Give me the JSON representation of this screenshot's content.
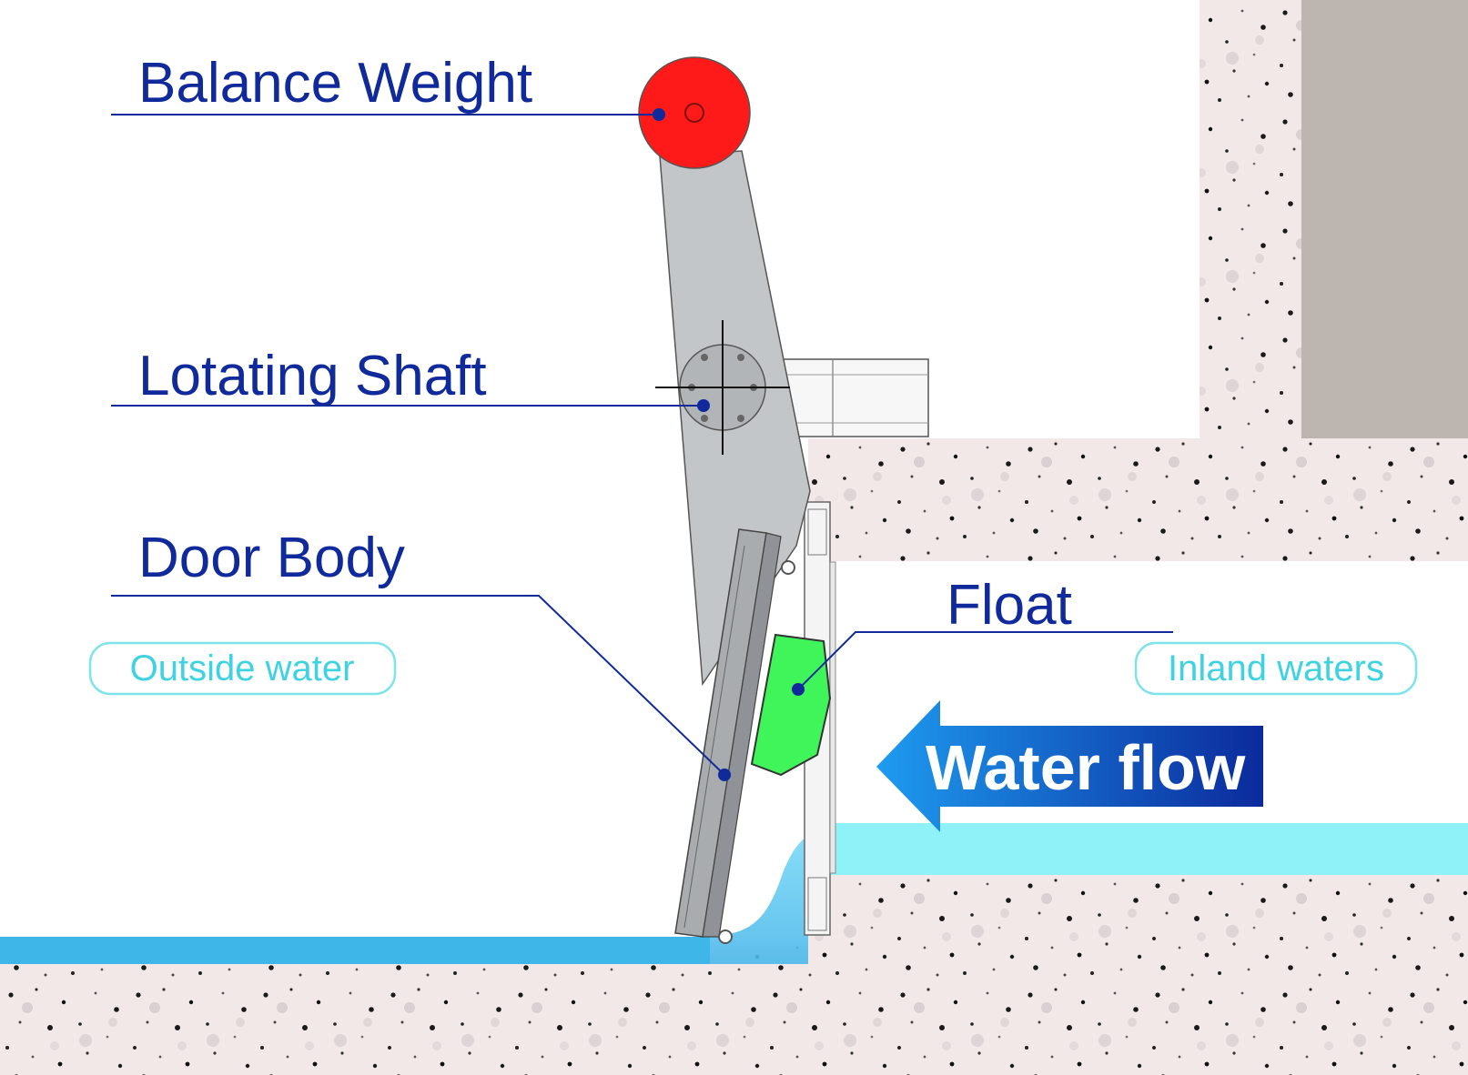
{
  "labels": {
    "balance_weight": "Balance Weight",
    "rotating_shaft": "Lotating Shaft",
    "door_body": "Door Body",
    "float": "Float",
    "outside_water": "Outside water",
    "inland_waters": "Inland waters",
    "water_flow": "Water flow"
  },
  "colors": {
    "label_text": "#102a9c",
    "leader_line": "#102a9c",
    "balance_weight": "#ff1a1a",
    "float": "#3ff55a",
    "arm": "#c3c6c8",
    "water": "#5ccaf0",
    "water_inland": "#8ff2f8",
    "pill_outline": "#7fe3ec",
    "pill_text": "#3fd2e2",
    "concrete": "#f2e8e8",
    "wall": "#bdb6b0",
    "arrow_start": "#1e9bf0",
    "arrow_end": "#0b2a9c"
  },
  "icons": {
    "water_flow_arrow": "arrow-left-icon"
  }
}
